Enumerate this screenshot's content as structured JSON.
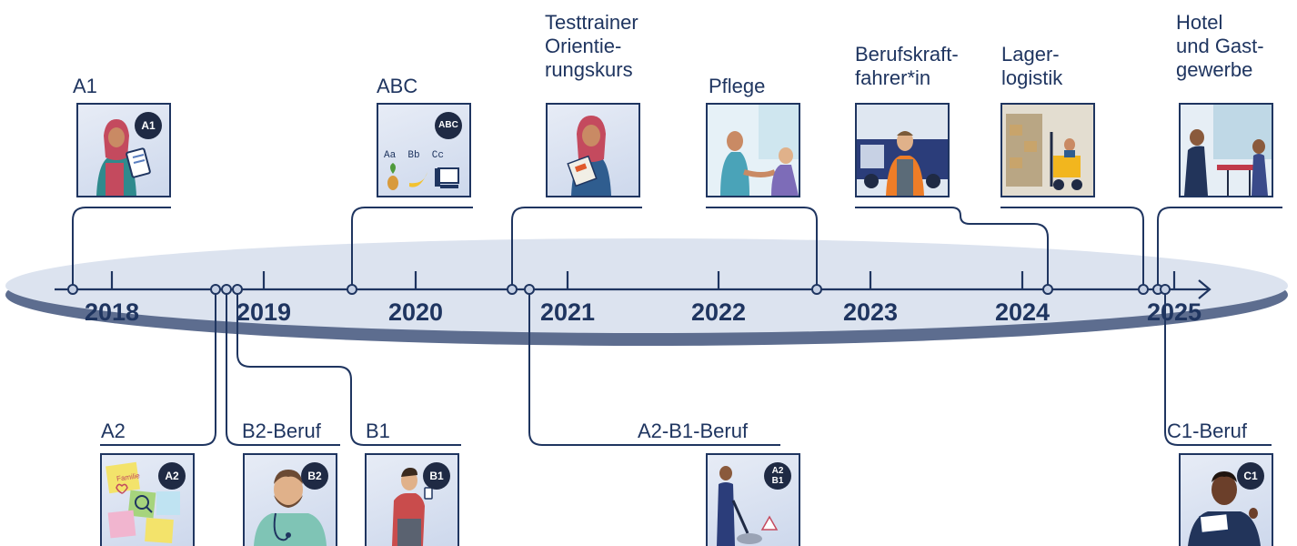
{
  "years": [
    "2018",
    "2019",
    "2020",
    "2021",
    "2022",
    "2023",
    "2024",
    "2025"
  ],
  "above": [
    {
      "id": "a1",
      "lines": [
        "A1"
      ],
      "badge": [
        "A1"
      ]
    },
    {
      "id": "abc",
      "lines": [
        "ABC"
      ],
      "badge": [
        "ABC"
      ],
      "letters": "Aa  Bb  Cc"
    },
    {
      "id": "testtrainer",
      "lines": [
        "Testtrainer",
        "Orientie-",
        "rungskurs"
      ]
    },
    {
      "id": "pflege",
      "lines": [
        "Pflege"
      ]
    },
    {
      "id": "berufskraftfahrer",
      "lines": [
        "Berufskraft-",
        "fahrer*in"
      ]
    },
    {
      "id": "lagerlogistik",
      "lines": [
        "Lager-",
        "logistik"
      ]
    },
    {
      "id": "hotel",
      "lines": [
        "Hotel",
        "und Gast-",
        "gewerbe"
      ]
    }
  ],
  "below": [
    {
      "id": "a2",
      "lines": [
        "A2"
      ],
      "badge": [
        "A2"
      ],
      "note": "Familie"
    },
    {
      "id": "b2beruf",
      "lines": [
        "B2-Beruf"
      ],
      "badge": [
        "B2"
      ]
    },
    {
      "id": "b1",
      "lines": [
        "B1"
      ],
      "badge": [
        "B1"
      ]
    },
    {
      "id": "a2b1beruf",
      "lines": [
        "A2-B1-Beruf"
      ],
      "badge": [
        "A2",
        "B1"
      ]
    },
    {
      "id": "c1beruf",
      "lines": [
        "C1-Beruf"
      ],
      "badge": [
        "C1"
      ]
    }
  ],
  "colors": {
    "navy": "#1f3560",
    "band": "#dce3ef",
    "shadow": "#5d6d8f",
    "badge": "#1f2a44"
  }
}
